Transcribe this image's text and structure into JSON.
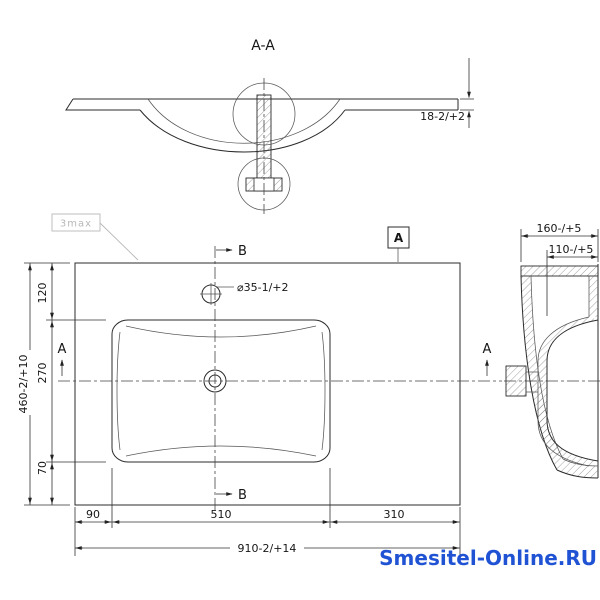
{
  "labels": {
    "section_title": "A-A",
    "view_a": "A",
    "sec_a": "A",
    "sec_b": "B",
    "note": "3max",
    "hole": "⌀35-1/+2"
  },
  "dims": {
    "thickness": "18-2/+2",
    "offset_top": "120",
    "bowl_depth": "270",
    "offset_front": "70",
    "depth_total": "460-2/+10",
    "offset_left": "90",
    "bowl_width": "510",
    "offset_right": "310",
    "width_total": "910-2/+14",
    "height_total": "160-/+5",
    "height_inner": "110-/+5"
  },
  "watermark": "Smesitel-Online.RU"
}
